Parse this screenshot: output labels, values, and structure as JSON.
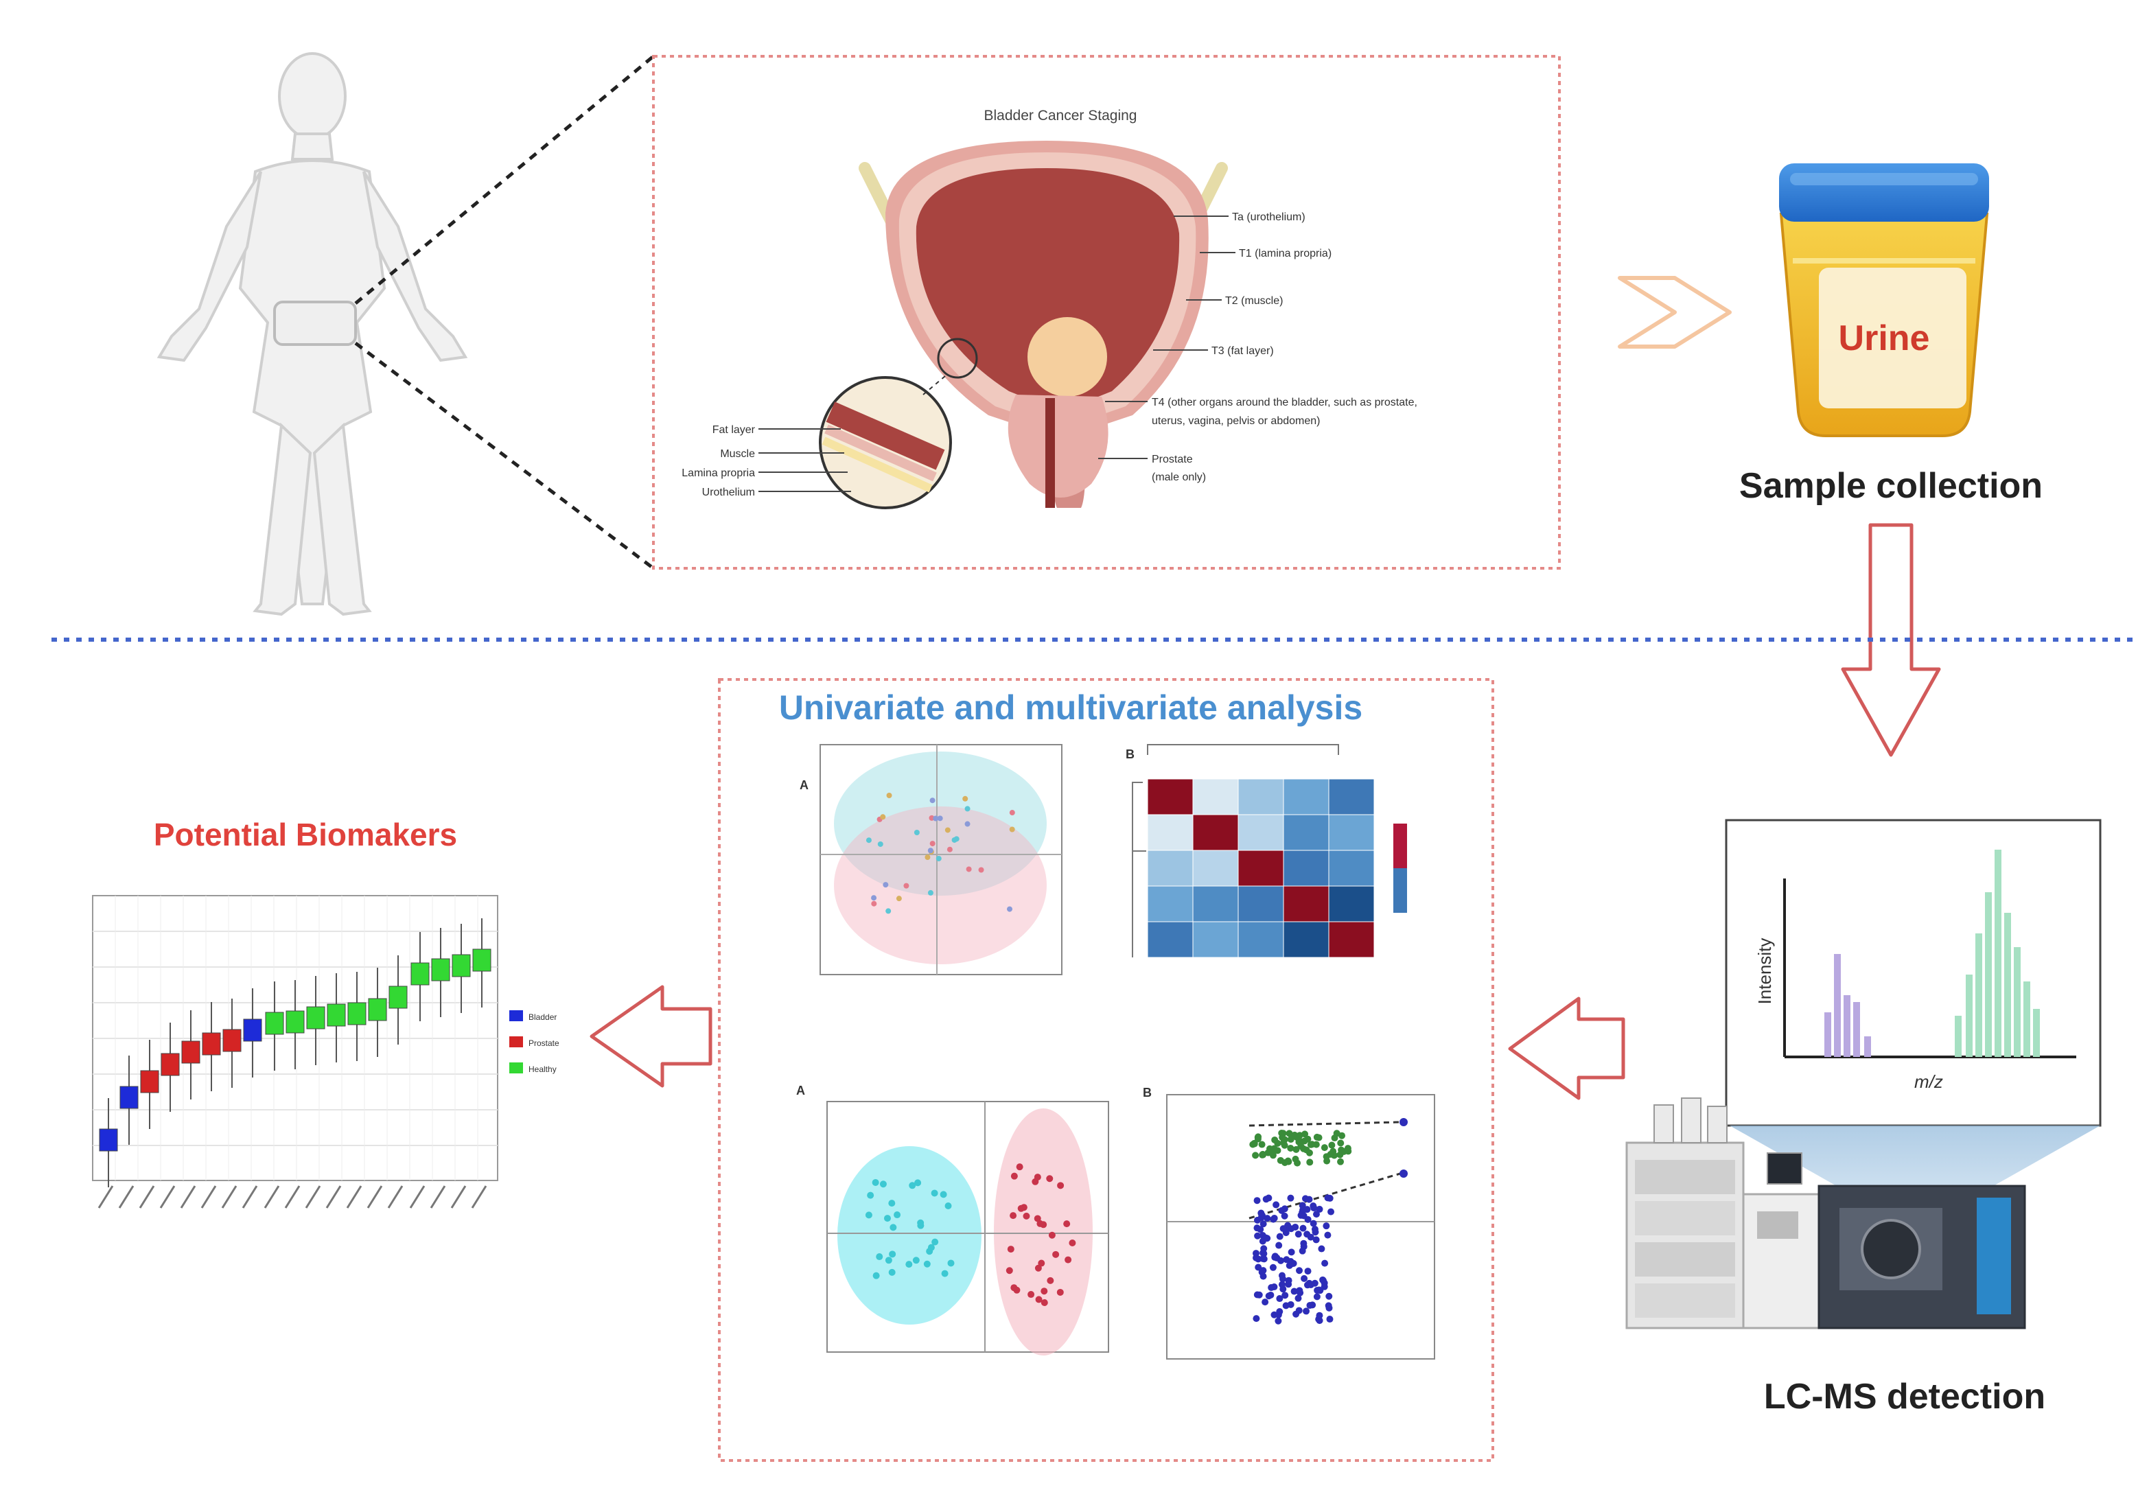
{
  "staging": {
    "title": "Bladder Cancer Staging",
    "stages": [
      "Ta (urothelium)",
      "T1 (lamina propria)",
      "T2 (muscle)",
      "T3 (fat layer)",
      "T4 (other organs around the bladder, such as prostate,",
      "uterus, vagina, pelvis or abdomen)",
      "Prostate",
      "(male only)"
    ],
    "layers": [
      "Fat layer",
      "Muscle",
      "Lamina propria",
      "Urothelium"
    ]
  },
  "sample": {
    "cup_label": "Urine",
    "caption": "Sample collection"
  },
  "lcms": {
    "y_axis": "Intensity",
    "x_axis": "m/z",
    "caption": "LC-MS detection"
  },
  "analysis": {
    "title": "Univariate and multivariate analysis",
    "panel_letters": [
      "A",
      "B",
      "A",
      "B"
    ]
  },
  "biomarkers": {
    "title": "Potential Biomakers",
    "legend": [
      "Bladder",
      "Prostate",
      "Healthy"
    ]
  },
  "colors": {
    "red_accent": "#e0423c",
    "blue_title": "#4a8fd0",
    "dotted_divider": "#4466cc",
    "frame_red": "#e48a88",
    "box_blue": "#1d2bd8",
    "box_red": "#d42424",
    "box_green": "#33d833"
  }
}
